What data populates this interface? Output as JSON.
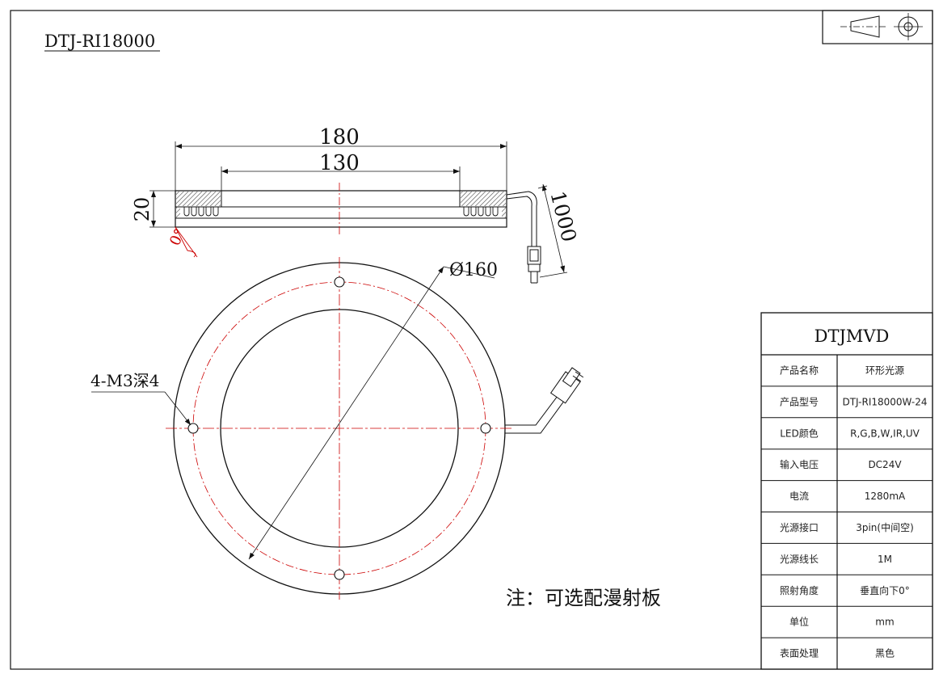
{
  "model_title": "DTJ-RI18000",
  "note": "注：可选配漫射板",
  "dimensions": {
    "outer_width": "180",
    "inner_width": "130",
    "height": "20",
    "angle": "0°",
    "cable_length": "1000",
    "hole_circle_diameter": "Ø160",
    "mount_holes": "4-M3深4"
  },
  "spec_table": {
    "brand": "DTJMVD",
    "rows": [
      {
        "label": "产品名称",
        "value": "环形光源"
      },
      {
        "label": "产品型号",
        "value": "DTJ-RI18000W-24"
      },
      {
        "label": "LED颜色",
        "value": "R,G,B,W,IR,UV"
      },
      {
        "label": "输入电压",
        "value": "DC24V"
      },
      {
        "label": "电流",
        "value": "1280mA"
      },
      {
        "label": "光源接口",
        "value": "3pin(中间空)"
      },
      {
        "label": "光源线长",
        "value": "1M"
      },
      {
        "label": "照射角度",
        "value": "垂直向下0°"
      },
      {
        "label": "单位",
        "value": "mm"
      },
      {
        "label": "表面处理",
        "value": "黑色"
      }
    ]
  },
  "colors": {
    "line": "#111111",
    "center_line": "#cc0000",
    "hatch": "#444444"
  }
}
